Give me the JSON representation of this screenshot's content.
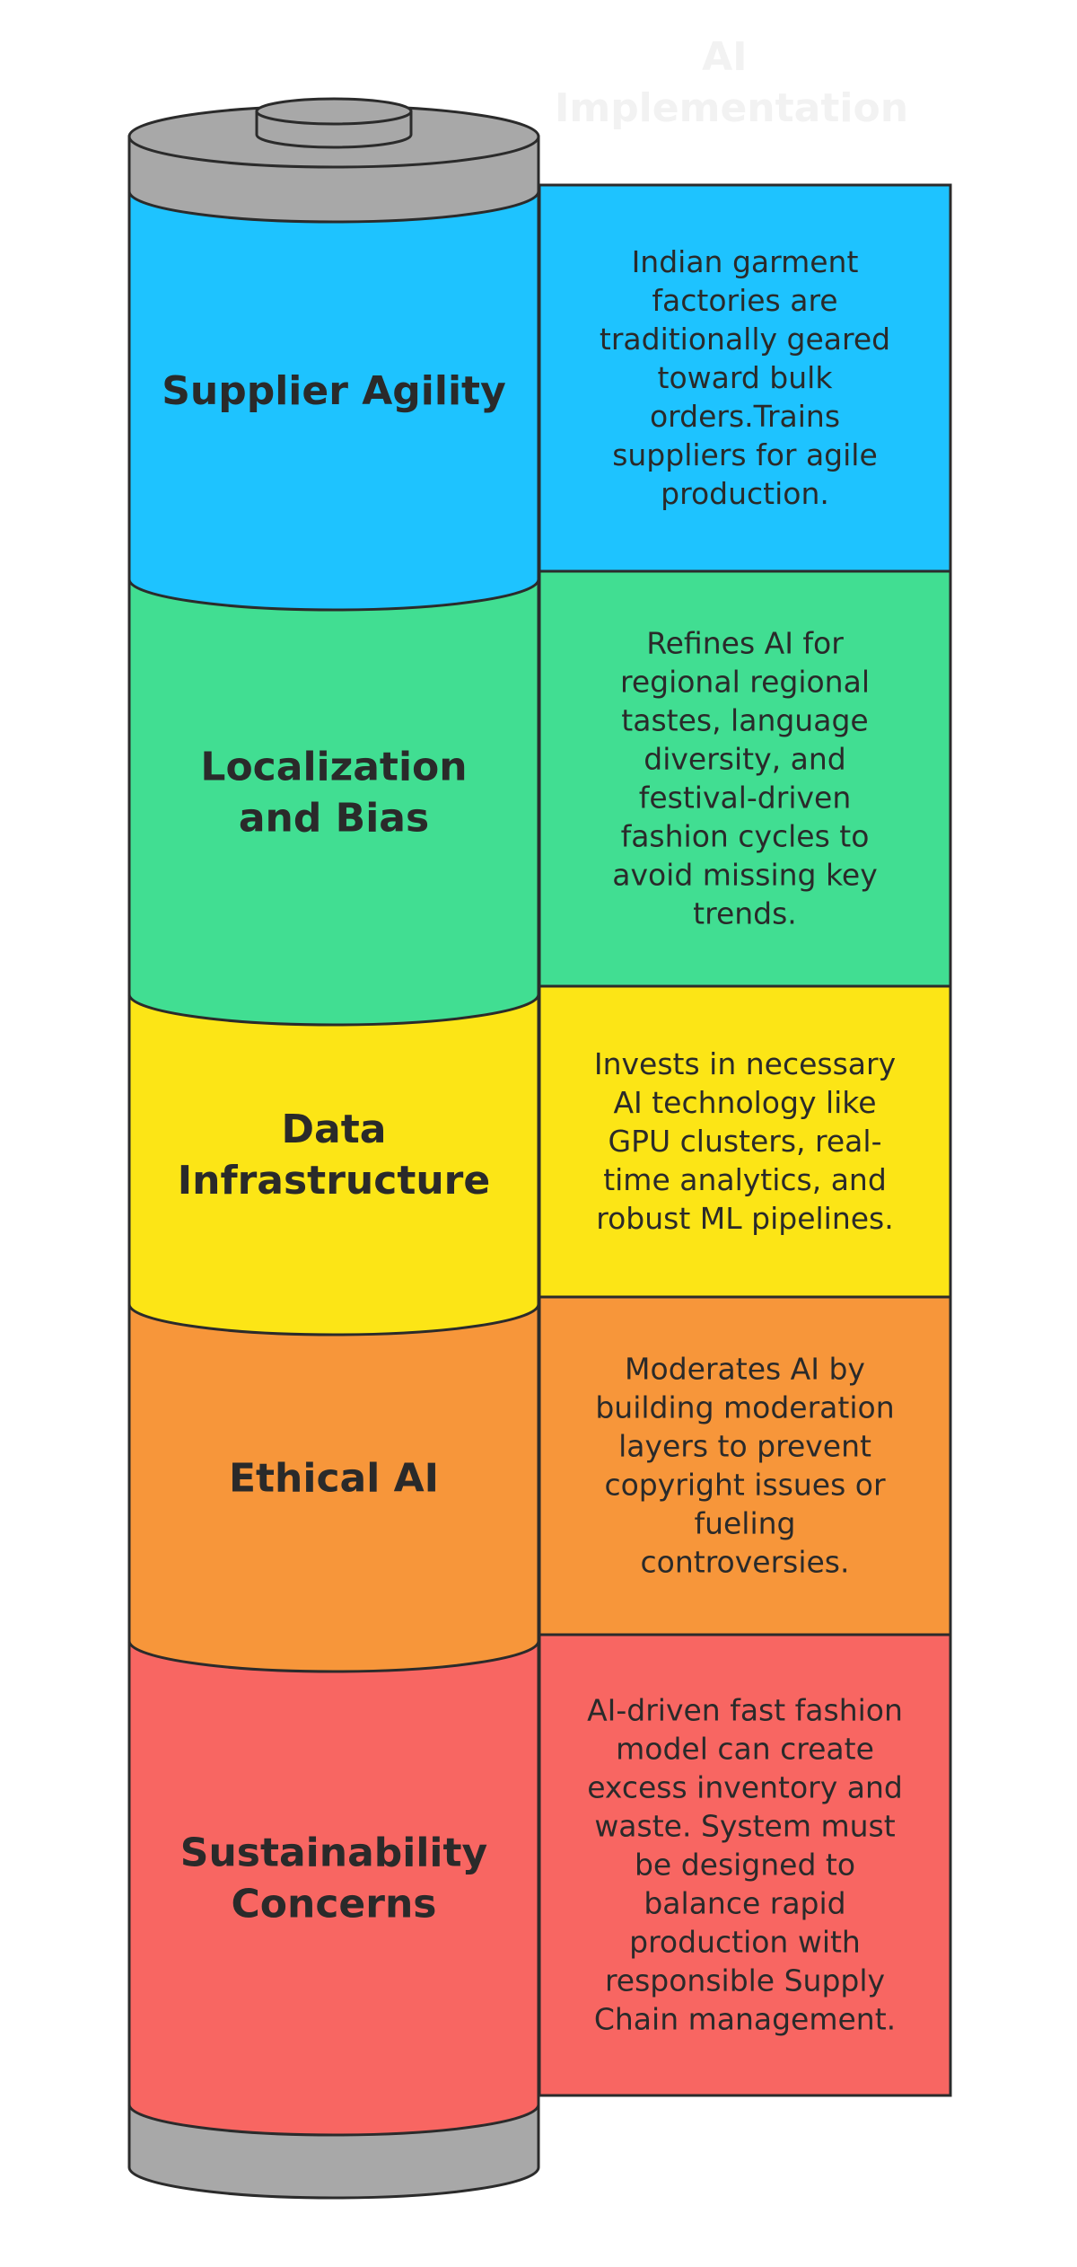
{
  "title": {
    "lines": [
      "AI",
      "Implementation"
    ],
    "color": "#f2f2f2"
  },
  "colors": {
    "cap": "#a8a8a8",
    "outline": "#2b2b2b"
  },
  "segments": [
    {
      "label_lines": [
        "Supplier Agility"
      ],
      "color": "#1ec3ff",
      "description_lines": [
        "Indian garment",
        "factories are",
        "traditionally geared",
        "toward bulk",
        "orders.Trains",
        "suppliers for agile",
        "production."
      ]
    },
    {
      "label_lines": [
        "Localization",
        "and Bias"
      ],
      "color": "#41de92",
      "description_lines": [
        "Refines AI for",
        "regional regional",
        "tastes, language",
        "diversity, and",
        "festival-driven",
        "fashion cycles to",
        "avoid missing key",
        "trends."
      ]
    },
    {
      "label_lines": [
        "Data",
        "Infrastructure"
      ],
      "color": "#fce516",
      "description_lines": [
        "Invests in necessary",
        "AI technology like",
        "GPU clusters, real-",
        "time analytics, and",
        "robust ML pipelines."
      ]
    },
    {
      "label_lines": [
        "Ethical AI"
      ],
      "color": "#f7963a",
      "description_lines": [
        "Moderates AI by",
        "building moderation",
        "layers to prevent",
        "copyright issues or",
        "fueling",
        "controversies."
      ]
    },
    {
      "label_lines": [
        "Sustainability",
        "Concerns"
      ],
      "color": "#f86662",
      "description_lines": [
        "AI-driven fast fashion",
        "model can create",
        "excess inventory and",
        "waste. System must",
        "be designed to",
        "balance rapid",
        "production with",
        "responsible Supply",
        "Chain management."
      ]
    }
  ]
}
